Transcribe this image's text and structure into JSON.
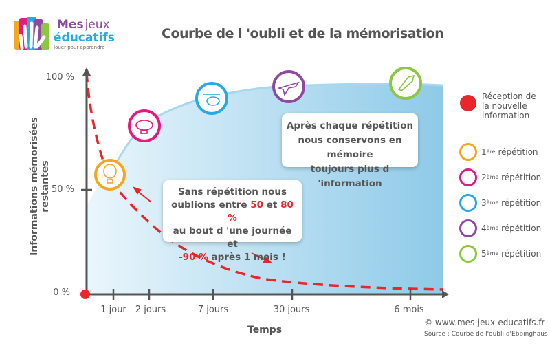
{
  "logo": {
    "word1": "Mes",
    "word2": "jeux",
    "word3": "éducatifs",
    "tagline": "Jouer pour apprendre"
  },
  "title": "Courbe de l 'oubli et de la mémorisation",
  "y_axis": {
    "title": "Informations mémorisées restantes",
    "ticks": [
      "100 %",
      "50 %",
      "0 %"
    ]
  },
  "x_axis": {
    "title": "Temps",
    "ticks": [
      "1 jour",
      "2 jours",
      "7 jours",
      "30 jours",
      "6 mois"
    ]
  },
  "box_top": {
    "line1": "Après chaque répétition",
    "line2": "nous conservons en mémoire",
    "line3": "toujours plus d 'information"
  },
  "box_bottom": {
    "l1": "Sans répétition nous",
    "l2a": "oublions entre ",
    "v1": "50",
    "l2b": " et ",
    "v2": "80 %",
    "l3": "au bout d 'une journée et",
    "v3": "-90 %",
    "l4": " après 1 mois !"
  },
  "legend": {
    "reception": "Réception de la nouvelle information",
    "items": [
      {
        "num": "1",
        "sup": "ère",
        "label": "répétition",
        "icon": "balloon-icon",
        "color": "#f5a623"
      },
      {
        "num": "2",
        "sup": "ème",
        "label": "répétition",
        "icon": "airship-icon",
        "color": "#e5197f"
      },
      {
        "num": "3",
        "sup": "ème",
        "label": "répétition",
        "icon": "helicopter-icon",
        "color": "#27a9e1"
      },
      {
        "num": "4",
        "sup": "ème",
        "label": "répétition",
        "icon": "airplane-icon",
        "color": "#8e4a9e"
      },
      {
        "num": "5",
        "sup": "ème",
        "label": "répétition",
        "icon": "rocket-icon",
        "color": "#8dc63f"
      }
    ]
  },
  "credit": "© www.mes-jeux-educatifs.fr",
  "source": "Source : Courbe de l'oubli d'Ebbinghaus",
  "colors": {
    "forget": "#e8262b",
    "area_light": "#eaf6fc",
    "area_dark": "#8ecae8",
    "axis": "#555555"
  }
}
